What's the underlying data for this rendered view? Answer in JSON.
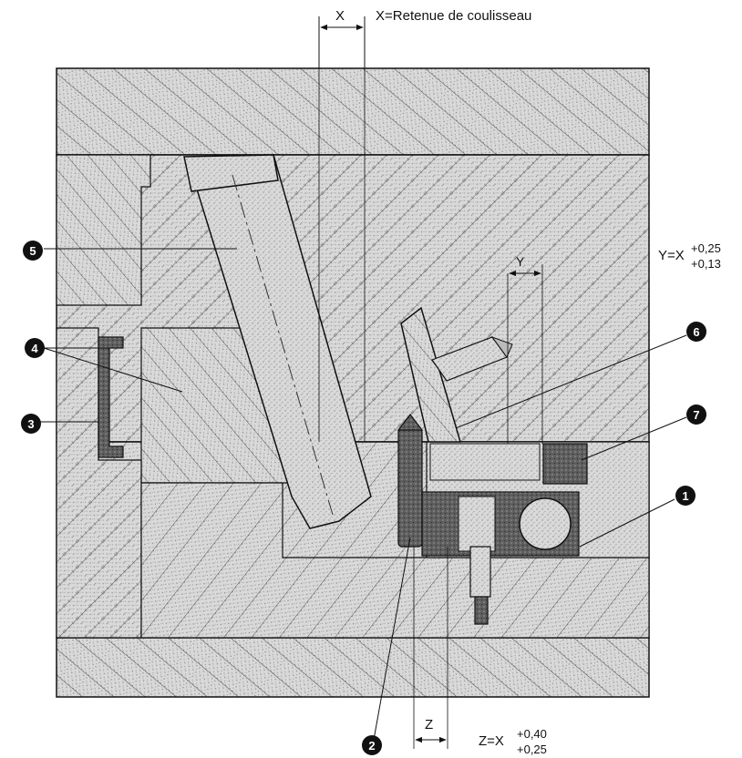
{
  "annotations": {
    "x_label": "X",
    "x_definition": "X=Retenue de coulisseau",
    "y_label": "Y",
    "y_formula_base": "Y=X",
    "y_tol_upper": "+0,25",
    "y_tol_lower": "+0,13",
    "z_label": "Z",
    "z_formula_base": "Z=X",
    "z_tol_upper": "+0,40",
    "z_tol_lower": "+0,25"
  },
  "callouts": [
    "1",
    "2",
    "3",
    "4",
    "5",
    "6",
    "7"
  ],
  "colors": {
    "hatch_line": "#4a4a4a",
    "stipple_bg": "#d4d4d4",
    "part_fill": "#6d6d6d",
    "outline": "#111111"
  }
}
